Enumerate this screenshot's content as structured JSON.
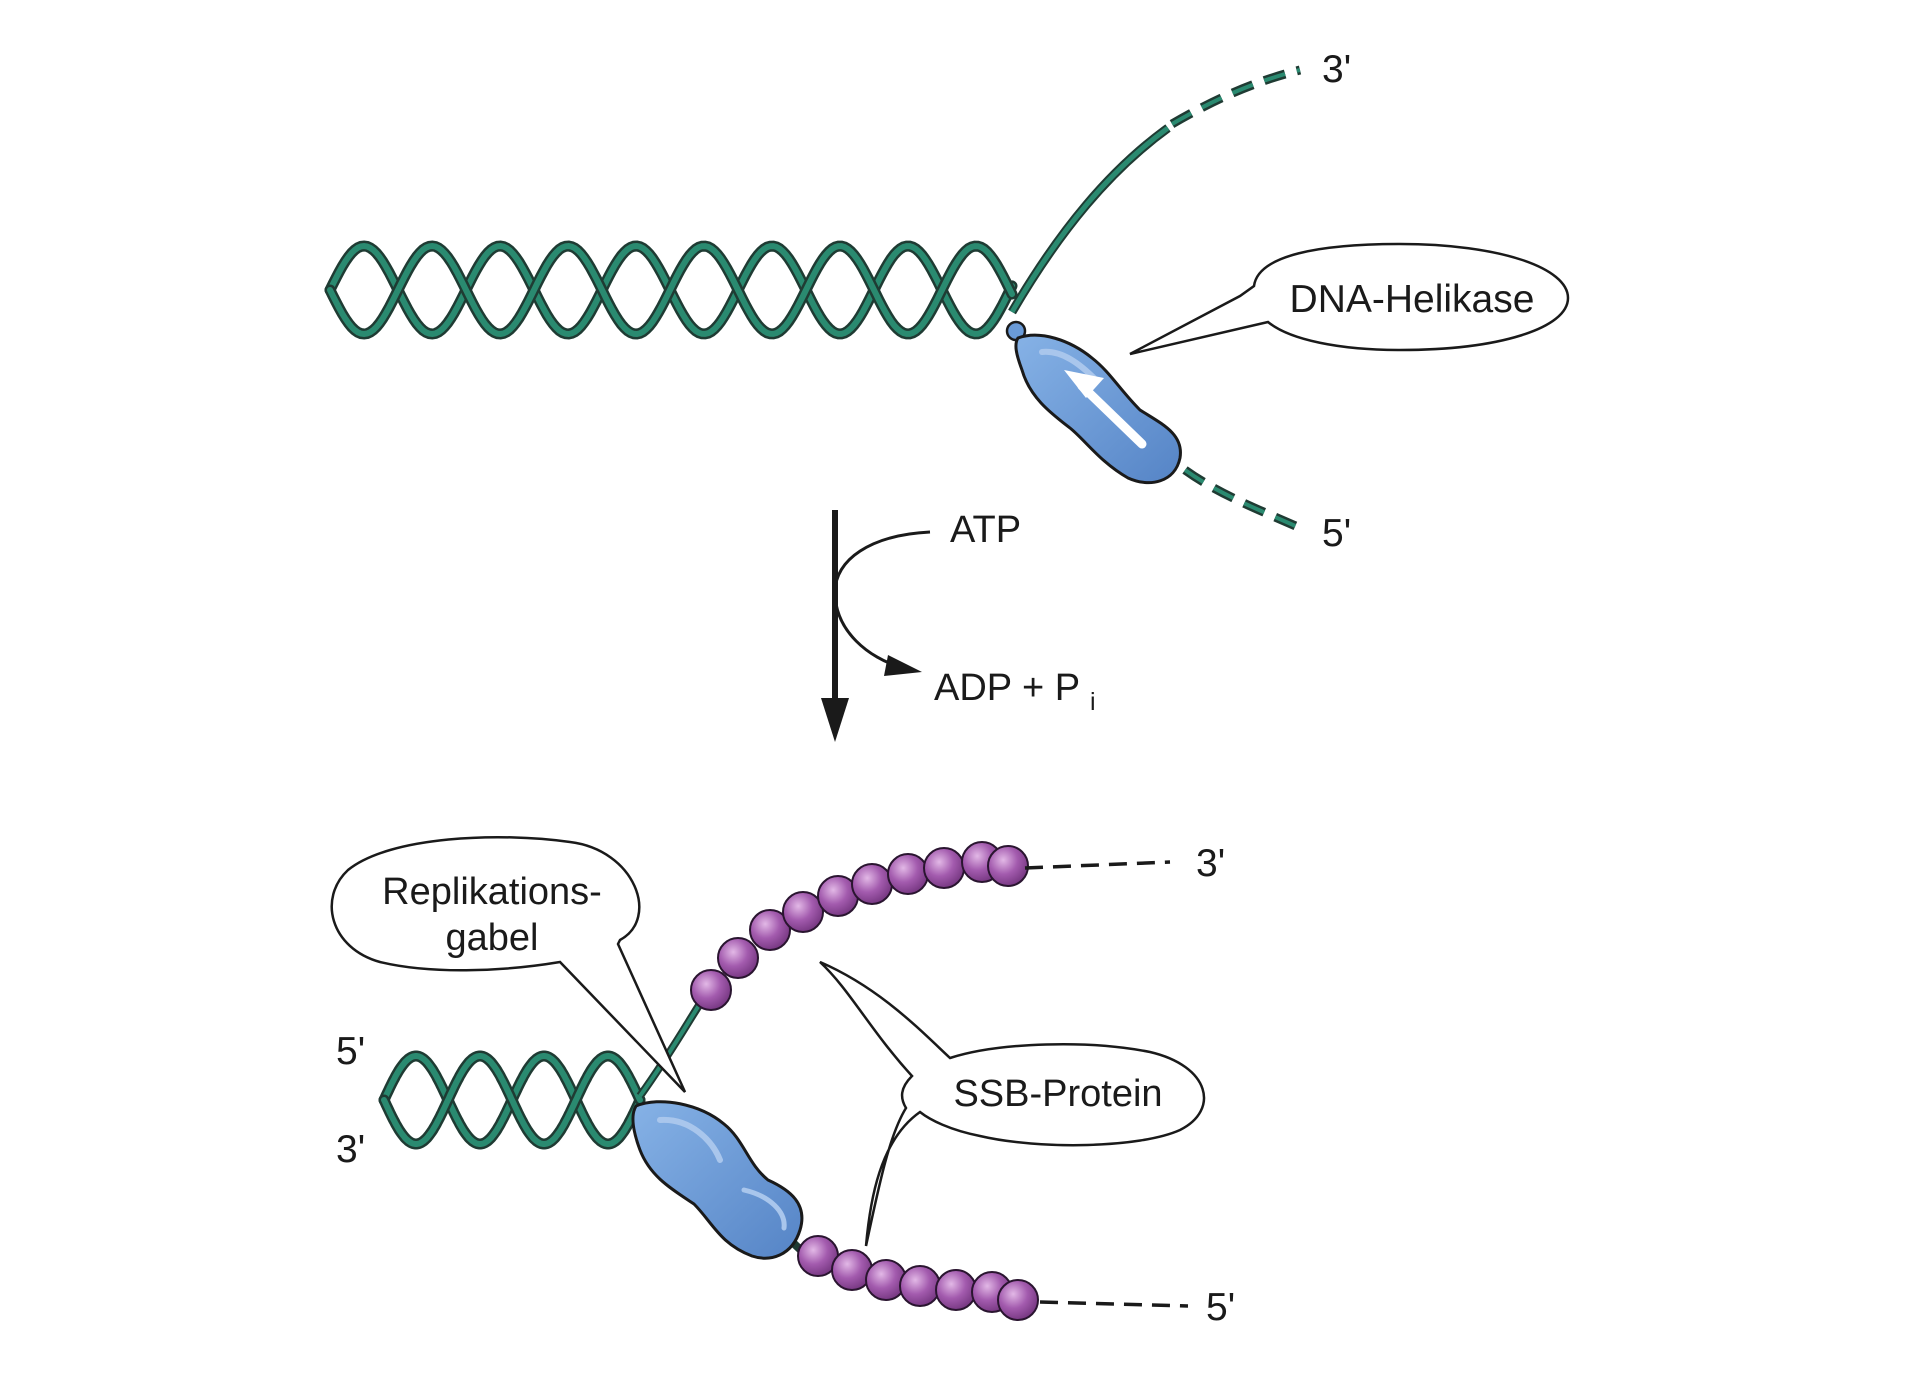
{
  "top": {
    "strand_top_end": "3'",
    "strand_bottom_end": "5'",
    "helicase_label": "DNA-Helikase"
  },
  "reaction": {
    "input": "ATP",
    "output_main": "ADP + P",
    "output_subscript": "i"
  },
  "bottom": {
    "left_top_end": "5'",
    "left_bottom_end": "3'",
    "strand_top_end": "3'",
    "strand_bottom_end": "5'",
    "fork_label_line1": "Replikations-",
    "fork_label_line2": "gabel",
    "ssb_label": "SSB-Protein"
  },
  "colors": {
    "dna_strand": "#2a8a70",
    "dna_strand_dark": "#1f3b33",
    "helicase_fill": "#6a9bd8",
    "helicase_highlight": "#a9c6ec",
    "ssb_fill": "#9a4fa5",
    "ssb_highlight": "#d7a6dd"
  }
}
